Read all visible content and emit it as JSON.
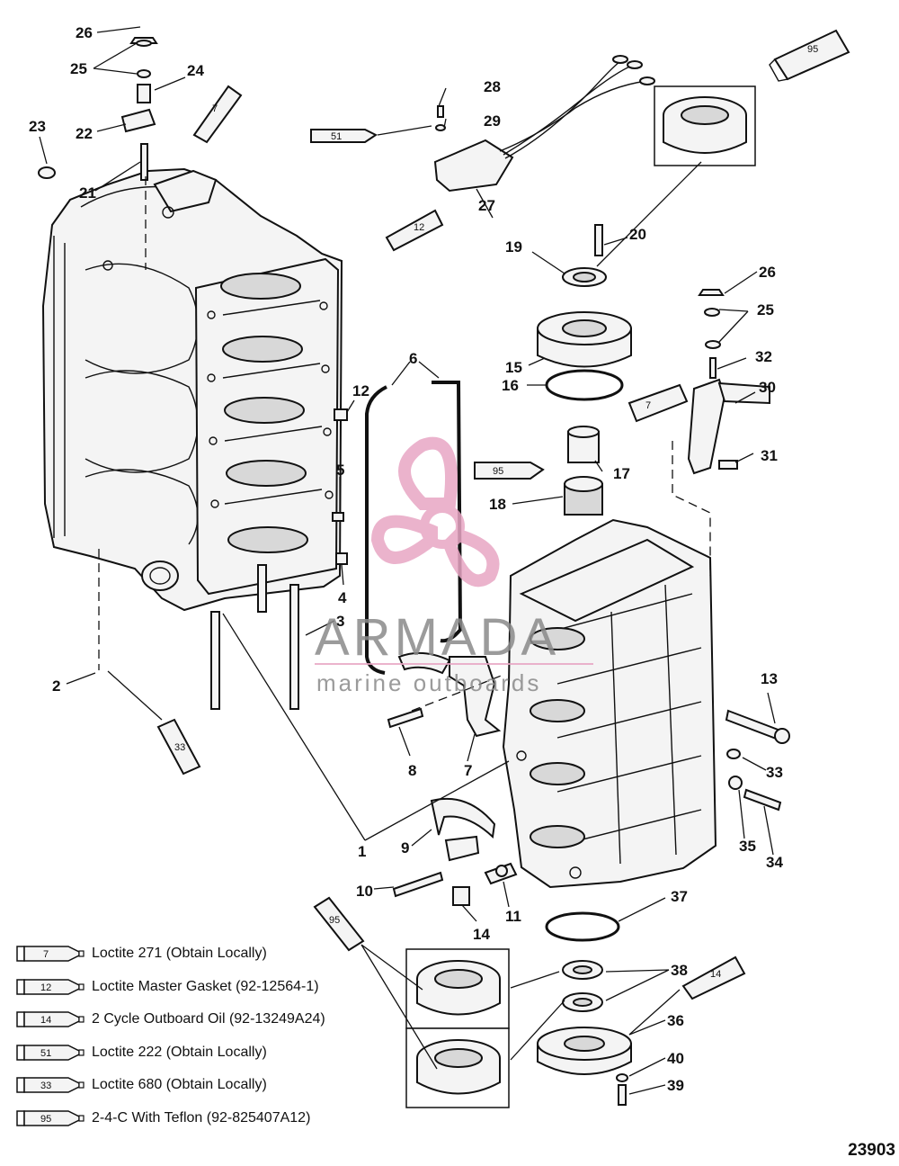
{
  "callouts": [
    {
      "id": "c26a",
      "text": "26"
    },
    {
      "id": "c25a",
      "text": "25"
    },
    {
      "id": "c24",
      "text": "24"
    },
    {
      "id": "c22",
      "text": "22"
    },
    {
      "id": "c23",
      "text": "23"
    },
    {
      "id": "c21",
      "text": "21"
    },
    {
      "id": "c28",
      "text": "28"
    },
    {
      "id": "c29",
      "text": "29"
    },
    {
      "id": "c27",
      "text": "27"
    },
    {
      "id": "c19",
      "text": "19"
    },
    {
      "id": "c20",
      "text": "20"
    },
    {
      "id": "c26b",
      "text": "26"
    },
    {
      "id": "c25b",
      "text": "25"
    },
    {
      "id": "c32",
      "text": "32"
    },
    {
      "id": "c30",
      "text": "30"
    },
    {
      "id": "c31",
      "text": "31"
    },
    {
      "id": "c15",
      "text": "15"
    },
    {
      "id": "c16",
      "text": "16"
    },
    {
      "id": "c17",
      "text": "17"
    },
    {
      "id": "c18",
      "text": "18"
    },
    {
      "id": "c6",
      "text": "6"
    },
    {
      "id": "c12",
      "text": "12"
    },
    {
      "id": "c5",
      "text": "5"
    },
    {
      "id": "c4",
      "text": "4"
    },
    {
      "id": "c3",
      "text": "3"
    },
    {
      "id": "c2",
      "text": "2"
    },
    {
      "id": "c13",
      "text": "13"
    },
    {
      "id": "c33",
      "text": "33"
    },
    {
      "id": "c35",
      "text": "35"
    },
    {
      "id": "c34",
      "text": "34"
    },
    {
      "id": "c8",
      "text": "8"
    },
    {
      "id": "c7",
      "text": "7"
    },
    {
      "id": "c1",
      "text": "1"
    },
    {
      "id": "c9",
      "text": "9"
    },
    {
      "id": "c10",
      "text": "10"
    },
    {
      "id": "c14",
      "text": "14"
    },
    {
      "id": "c11",
      "text": "11"
    },
    {
      "id": "c37",
      "text": "37"
    },
    {
      "id": "c38",
      "text": "38"
    },
    {
      "id": "c36",
      "text": "36"
    },
    {
      "id": "c40",
      "text": "40"
    },
    {
      "id": "c39",
      "text": "39"
    }
  ],
  "tubes": [
    {
      "id": "t95a",
      "text": "95"
    },
    {
      "id": "t7a",
      "text": "7"
    },
    {
      "id": "t51",
      "text": "51"
    },
    {
      "id": "t12",
      "text": "12"
    },
    {
      "id": "t7b",
      "text": "7"
    },
    {
      "id": "t95b",
      "text": "95"
    },
    {
      "id": "t33",
      "text": "33"
    },
    {
      "id": "t95c",
      "text": "95"
    },
    {
      "id": "t14",
      "text": "14"
    }
  ],
  "legend": [
    {
      "code": "7",
      "text": "Loctite 271 (Obtain Locally)"
    },
    {
      "code": "12",
      "text": "Loctite Master Gasket (92-12564-1)"
    },
    {
      "code": "14",
      "text": "2 Cycle Outboard Oil (92-13249A24)"
    },
    {
      "code": "51",
      "text": "Loctite 222  (Obtain Locally)"
    },
    {
      "code": "33",
      "text": "Loctite 680 (Obtain Locally)"
    },
    {
      "code": "95",
      "text": "2-4-C  With Teflon (92-825407A12)"
    }
  ],
  "watermark": {
    "brand": "ARMADA",
    "tagline": "marine outboards",
    "accent": "#e8a6c4"
  },
  "figure_id": "23903"
}
